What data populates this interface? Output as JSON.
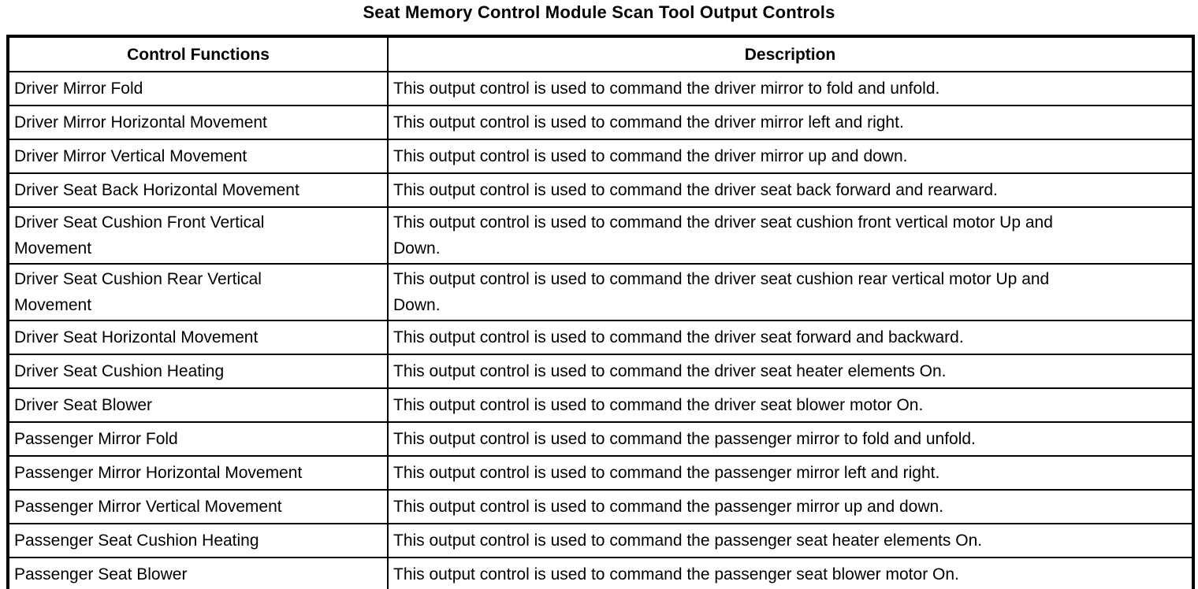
{
  "title": "Seat Memory Control Module Scan Tool Output Controls",
  "colors": {
    "text": "#000000",
    "background": "#ffffff",
    "border": "#000000"
  },
  "table": {
    "columns": {
      "function": "Control Functions",
      "description": "Description"
    },
    "rows": [
      {
        "function": "Driver Mirror Fold",
        "description": "This output control is used to command the driver mirror to fold and unfold."
      },
      {
        "function": "Driver Mirror Horizontal Movement",
        "description": "This output control is used to command the driver mirror left and right."
      },
      {
        "function": "Driver Mirror Vertical Movement",
        "description": "This output control is used to command the driver mirror up and down."
      },
      {
        "function": "Driver Seat Back Horizontal Movement",
        "description": "This output control is used to command the driver seat back forward and rearward."
      },
      {
        "function": "Driver Seat Cushion Front Vertical\nMovement",
        "description": "This output control is used to command the driver seat cushion front vertical motor Up and\nDown."
      },
      {
        "function": "Driver Seat Cushion Rear Vertical\nMovement",
        "description": "This output control is used to command the driver seat cushion rear vertical motor Up and\nDown."
      },
      {
        "function": "Driver Seat Horizontal Movement",
        "description": "This output control is used to command the driver seat forward and backward."
      },
      {
        "function": "Driver Seat Cushion Heating",
        "description": "This output control is used to command the driver seat heater elements On."
      },
      {
        "function": "Driver Seat Blower",
        "description": "This output control is used to command the driver seat blower motor On."
      },
      {
        "function": "Passenger Mirror Fold",
        "description": "This output control is used to command the passenger mirror to fold and unfold."
      },
      {
        "function": "Passenger Mirror Horizontal Movement",
        "description": "This output control is used to command the passenger mirror left and right."
      },
      {
        "function": "Passenger Mirror Vertical Movement",
        "description": "This output control is used to command the passenger mirror up and down."
      },
      {
        "function": "Passenger Seat Cushion Heating",
        "description": "This output control is used to command the passenger seat heater elements On."
      },
      {
        "function": "Passenger Seat Blower",
        "description": "This output control is used to command the passenger seat blower motor On."
      }
    ]
  }
}
